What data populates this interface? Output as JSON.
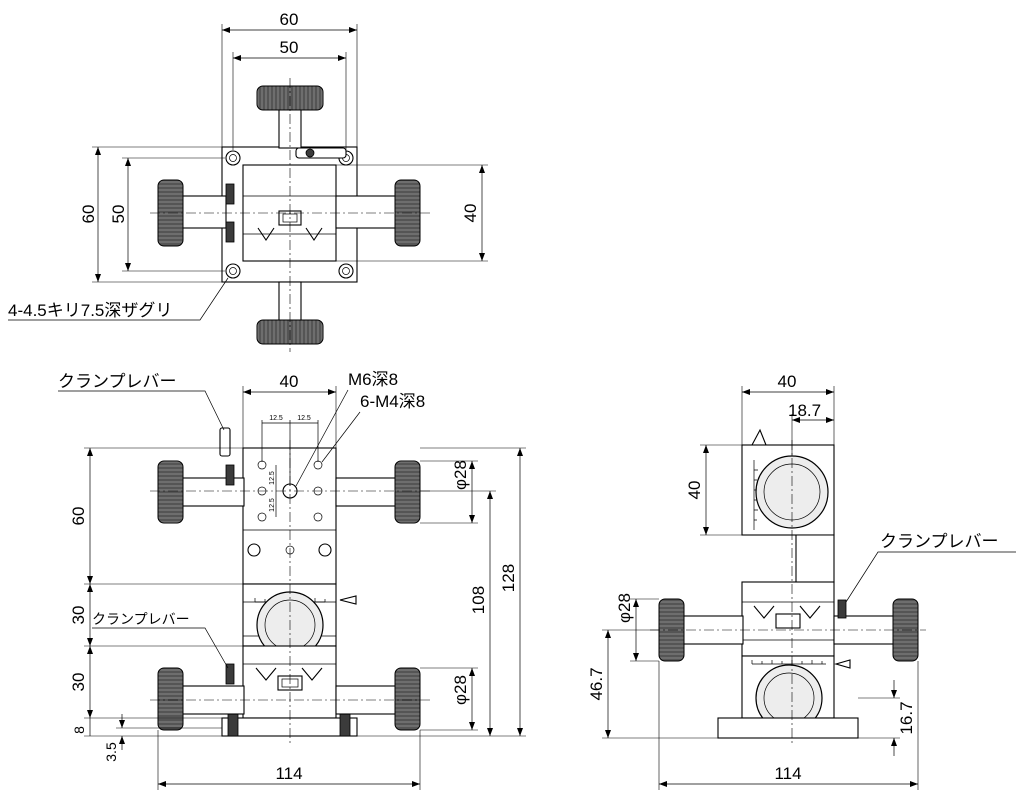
{
  "top_view": {
    "dim_width_outer": "60",
    "dim_width_inner": "50",
    "dim_height_outer": "60",
    "dim_height_inner": "50",
    "dim_right": "40",
    "hole_note": "4-4.5キリ7.5深ザグリ"
  },
  "front_view": {
    "clamp_lever_top": "クランプレバー",
    "dim_top_width": "40",
    "tap_center": "M6深8",
    "tap_holes": "6-M4深8",
    "pitch_a": "12.5",
    "pitch_b": "12.5",
    "pitch_c": "12.5",
    "pitch_d": "12.5",
    "knob_dia_upper": "φ28",
    "knob_dia_lower": "φ28",
    "dim_60": "60",
    "dim_30_upper": "30",
    "dim_30_lower": "30",
    "dim_8": "8",
    "dim_3_5": "3.5",
    "dim_108": "108",
    "dim_128": "128",
    "dim_114": "114",
    "clamp_lever_mid": "クランプレバー"
  },
  "side_view": {
    "dim_40_top": "40",
    "dim_18_7": "18.7",
    "dim_40_left": "40",
    "clamp_lever": "クランプレバー",
    "knob_dia": "φ28",
    "dim_46_7": "46.7",
    "dim_16_7": "16.7",
    "dim_114": "114"
  }
}
